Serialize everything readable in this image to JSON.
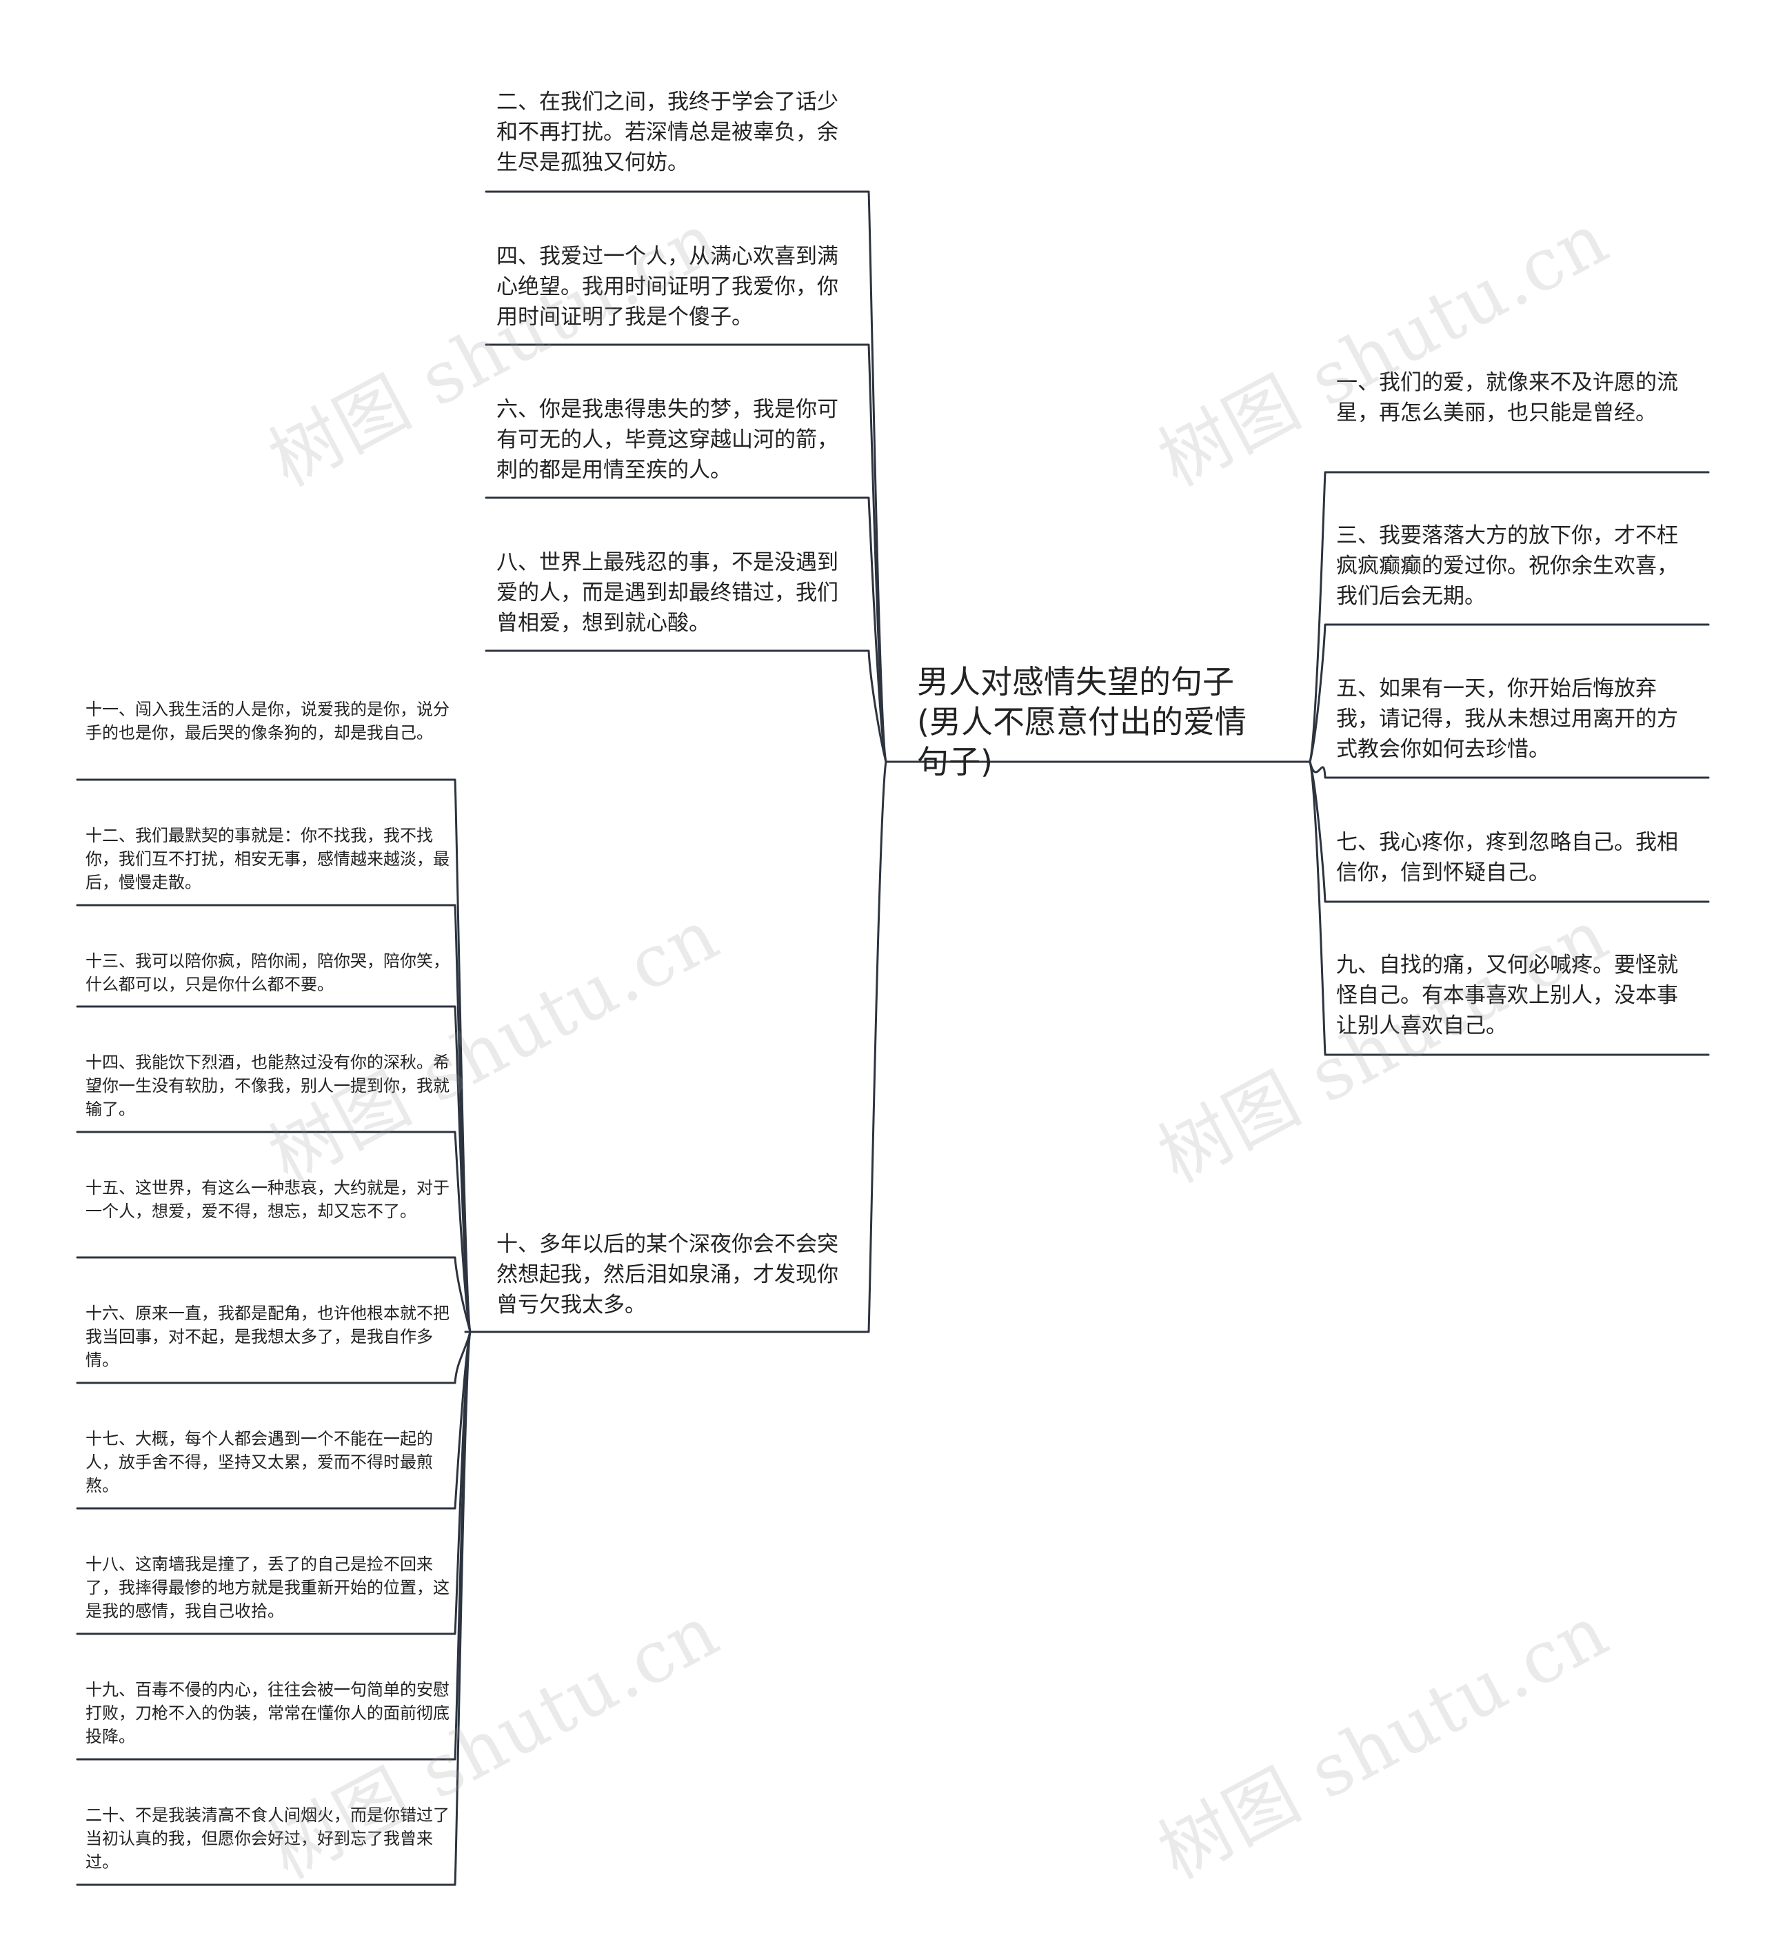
{
  "center": {
    "label": "男人对感情失望的句子(男人不愿意付出的爱情句子)"
  },
  "left_top": [
    {
      "text": "二、在我们之间，我终于学会了话少和不再打扰。若深情总是被辜负，余生尽是孤独又何妨。"
    },
    {
      "text": "四、我爱过一个人，从满心欢喜到满心绝望。我用时间证明了我爱你，你用时间证明了我是个傻子。"
    },
    {
      "text": "六、你是我患得患失的梦，我是你可有可无的人，毕竟这穿越山河的箭，刺的都是用情至疾的人。"
    },
    {
      "text": "八、世界上最残忍的事，不是没遇到爱的人，而是遇到却最终错过，我们曾相爱，想到就心酸。"
    }
  ],
  "left_mid": {
    "text": "十、多年以后的某个深夜你会不会突然想起我，然后泪如泉涌，才发现你曾亏欠我太多。"
  },
  "left_far": [
    {
      "text": "十一、闯入我生活的人是你，说爱我的是你，说分手的也是你，最后哭的像条狗的，却是我自己。"
    },
    {
      "text": "十二、我们最默契的事就是：你不找我，我不找你，我们互不打扰，相安无事，感情越来越淡，最后，慢慢走散。"
    },
    {
      "text": "十三、我可以陪你疯，陪你闹，陪你哭，陪你笑，什么都可以，只是你什么都不要。"
    },
    {
      "text": "十四、我能饮下烈酒，也能熬过没有你的深秋。希望你一生没有软肋，不像我，别人一提到你，我就输了。"
    },
    {
      "text": "十五、这世界，有这么一种悲哀，大约就是，对于一个人，想爱，爱不得，想忘，却又忘不了。"
    },
    {
      "text": "十六、原来一直，我都是配角，也许他根本就不把我当回事，对不起，是我想太多了，是我自作多情。"
    },
    {
      "text": "十七、大概，每个人都会遇到一个不能在一起的人，放手舍不得，坚持又太累，爱而不得时最煎熬。"
    },
    {
      "text": "十八、这南墙我是撞了，丢了的自己是捡不回来了，我摔得最惨的地方就是我重新开始的位置，这是我的感情，我自己收拾。"
    },
    {
      "text": "十九、百毒不侵的内心，往往会被一句简单的安慰打败，刀枪不入的伪装，常常在懂你人的面前彻底投降。"
    },
    {
      "text": "二十、不是我装清高不食人间烟火，而是你错过了当初认真的我，但愿你会好过，好到忘了我曾来过。"
    }
  ],
  "right": [
    {
      "text": "一、我们的爱，就像来不及许愿的流星，再怎么美丽，也只能是曾经。"
    },
    {
      "text": "三、我要落落大方的放下你，才不枉疯疯癫癫的爱过你。祝你余生欢喜，我们后会无期。"
    },
    {
      "text": "五、如果有一天，你开始后悔放弃我，请记得，我从未想过用离开的方式教会你如何去珍惜。"
    },
    {
      "text": "七、我心疼你，疼到忽略自己。我相信你，信到怀疑自己。"
    },
    {
      "text": "九、自找的痛，又何必喊疼。要怪就怪自己。有本事喜欢上别人，没本事让别人喜欢自己。"
    }
  ],
  "watermark": {
    "text": "树图 shutu.cn"
  },
  "colors": {
    "line": "#2d3440",
    "text": "#222222",
    "watermark": "#969696"
  }
}
